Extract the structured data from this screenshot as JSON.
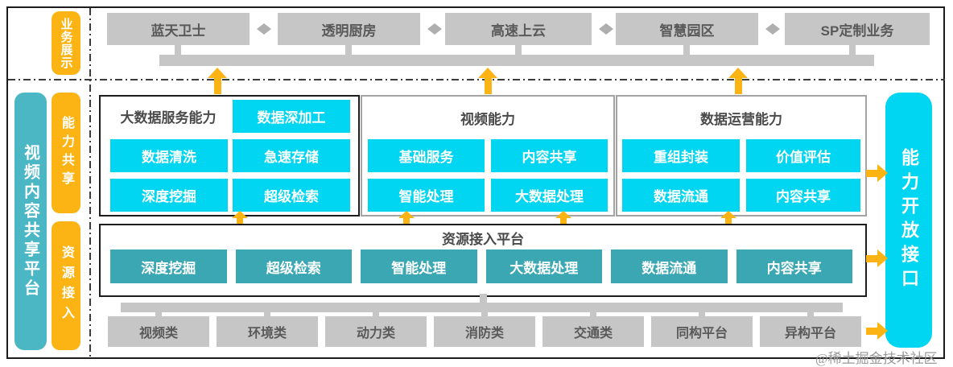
{
  "colors": {
    "yellow": "#FBB414",
    "bright_cyan": "#00D6F1",
    "teal_box": "#3AA7B3",
    "rail_teal": "#4BB6C4",
    "gray_box": "#C6C6C6"
  },
  "left_rail": {
    "business": "业务展示",
    "platform": "视频内容共享平台",
    "capability": "能力共享",
    "resource": "资源接入"
  },
  "right_rail": {
    "label": "能力开放接口"
  },
  "business_row": {
    "items": [
      "蓝天卫士",
      "透明厨房",
      "高速上云",
      "智慧园区",
      "SP定制业务"
    ]
  },
  "groups": [
    {
      "title": "大数据服务能力",
      "boxes": [
        "数据深加工",
        "数据清洗",
        "急速存储",
        "深度挖掘",
        "超级检索"
      ]
    },
    {
      "title": "视频能力",
      "boxes": [
        "基础服务",
        "内容共享",
        "智能处理",
        "大数据处理"
      ]
    },
    {
      "title": "数据运营能力",
      "boxes": [
        "重组封装",
        "价值评估",
        "数据流通",
        "内容共享"
      ]
    }
  ],
  "resource_platform": {
    "title": "资源接入平台",
    "boxes": [
      "深度挖掘",
      "超级检索",
      "智能处理",
      "大数据处理",
      "数据流通",
      "内容共享"
    ]
  },
  "source_row": {
    "items": [
      "视频类",
      "环境类",
      "动力类",
      "消防类",
      "交通类",
      "同构平台",
      "异构平台"
    ]
  },
  "watermark": "@稀土掘金技术社区"
}
